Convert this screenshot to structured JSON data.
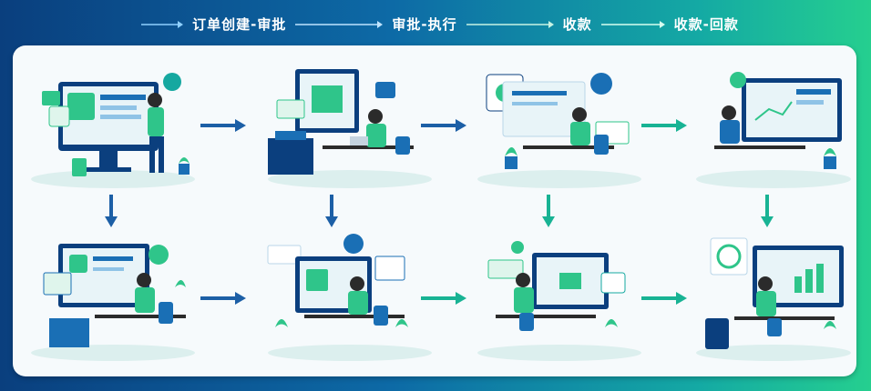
{
  "header": {
    "steps": [
      {
        "label": "订单创建-审批"
      },
      {
        "label": "审批-执行"
      },
      {
        "label": "收款"
      },
      {
        "label": "收款-回款"
      }
    ]
  },
  "colors": {
    "navy": "#0b3f7e",
    "blue": "#1a6fb5",
    "teal": "#15a8a0",
    "green": "#2fc58a",
    "arrow_blue": "#1c5fa6",
    "arrow_teal": "#18b394"
  },
  "scenes": [
    {
      "name": "order-creation-scene",
      "icons": [
        "document-icon",
        "check-icon",
        "chart-icon",
        "coin-icon"
      ]
    },
    {
      "name": "approval-scene",
      "icons": [
        "package-icon",
        "printer-icon"
      ]
    },
    {
      "name": "execution-scene",
      "icons": [
        "download-icon",
        "check-badge-icon",
        "bar-chart-icon"
      ]
    },
    {
      "name": "payment-scene",
      "icons": [
        "refresh-icon",
        "line-chart-icon"
      ]
    },
    {
      "name": "order-review-scene",
      "icons": [
        "check-icon",
        "cabinet-icon"
      ]
    },
    {
      "name": "approval-sign-scene",
      "icons": [
        "gear-icon",
        "line-chart-icon"
      ]
    },
    {
      "name": "execution-work-scene",
      "icons": [
        "gear-icon",
        "signature-icon"
      ]
    },
    {
      "name": "collection-return-scene",
      "icons": [
        "target-icon",
        "suitcase-icon"
      ]
    }
  ]
}
